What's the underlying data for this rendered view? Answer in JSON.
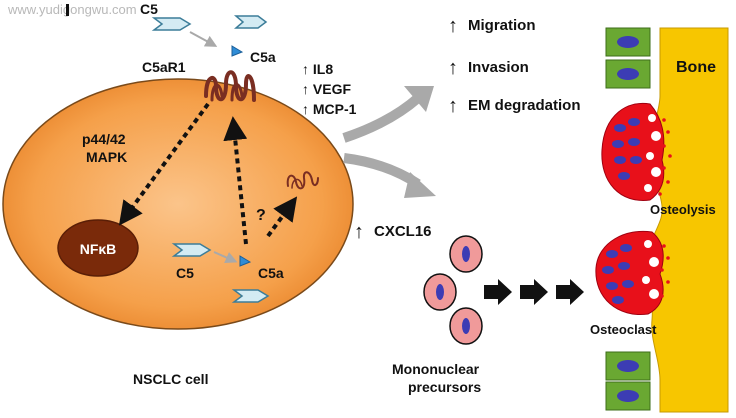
{
  "watermark": "www.yudigongwu.com",
  "labels": {
    "c5_top": "C5",
    "c5a_top": "C5a",
    "c5ar1": "C5aR1",
    "il8": "↑ IL8",
    "vegf": "↑ VEGF",
    "mcp1": "↑ MCP-1",
    "mapk_1": "p44/42",
    "mapk_2": "MAPK",
    "nfkb": "NFκB",
    "question": "?",
    "c5_inner": "C5",
    "c5a_inner": "C5a",
    "nsclc": "NSCLC cell",
    "migration": "Migration",
    "invasion": "Invasion",
    "em_degradation": "EM degradation",
    "cxcl16": "CXCL16",
    "mononuclear_1": "Mononuclear",
    "mononuclear_2": "precursors",
    "bone": "Bone",
    "osteolysis": "Osteolysis",
    "osteoclast": "Osteoclast"
  },
  "up_arrow": "↑",
  "colors": {
    "cell_fill": "#f5a04a",
    "cell_stroke": "#7a4a1a",
    "nucleus": "#7a2a0a",
    "receptor": "#7a2e22",
    "bone": "#f7c600",
    "osteoclast": "#e8101a",
    "nuclei": "#3c3cb4",
    "precursor_fill": "#f09a9a",
    "bone_cell": "#6aa832",
    "grey_arrow": "#a9a9a9"
  }
}
